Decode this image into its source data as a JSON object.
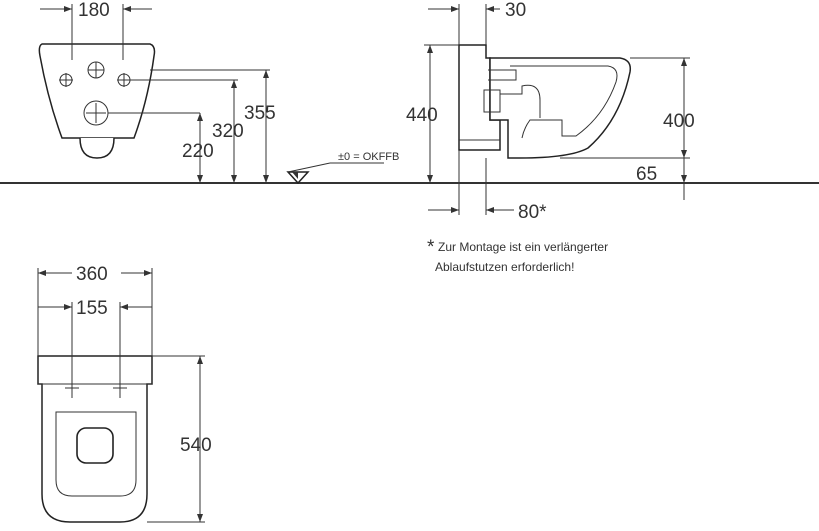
{
  "dimensions": {
    "front": {
      "top_width": "180",
      "height_355": "355",
      "height_320": "320",
      "height_220": "220"
    },
    "reference": {
      "label": "±0 = OKFFB"
    },
    "side": {
      "top_offset": "30",
      "total_height": "440",
      "bowl_height": "400",
      "bottom_offset": "65",
      "outlet_distance": "80*"
    },
    "plan": {
      "total_width": "360",
      "hole_spacing": "155",
      "depth": "540"
    }
  },
  "note": {
    "asterisk": "*",
    "line1": "Zur Montage ist ein verlängerter",
    "line2": "Ablaufstutzen erforderlich!"
  }
}
